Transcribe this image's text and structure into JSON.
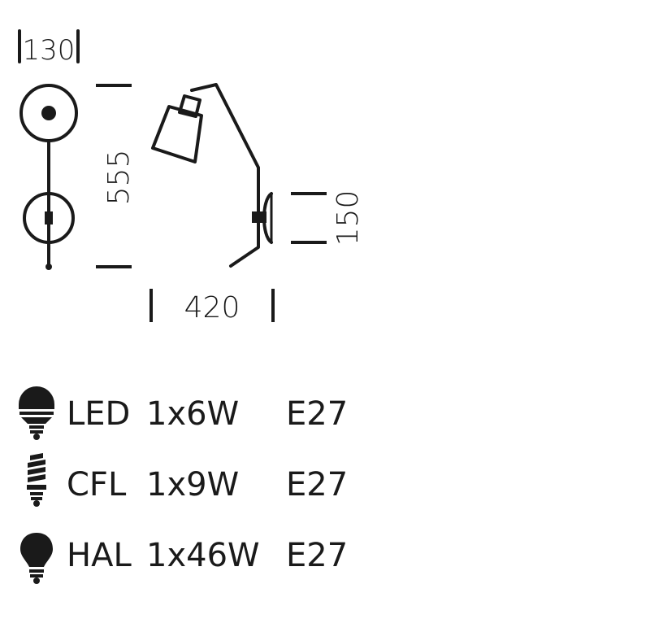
{
  "dimensions": {
    "depth": "130",
    "height": "555",
    "width": "420",
    "base": "150"
  },
  "specs": [
    {
      "icon": "led-bulb-icon",
      "type": "LED",
      "power": "1x6W",
      "socket": "E27"
    },
    {
      "icon": "cfl-bulb-icon",
      "type": "CFL",
      "power": "1x9W",
      "socket": "E27"
    },
    {
      "icon": "halogen-bulb-icon",
      "type": "HAL",
      "power": "1x46W",
      "socket": "E27"
    }
  ],
  "colors": {
    "ink": "#1a1a1a",
    "background": "#ffffff"
  }
}
